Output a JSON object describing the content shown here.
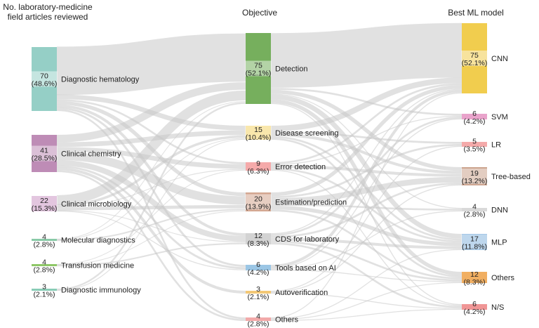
{
  "headers": {
    "left": [
      "No. laboratory-medicine",
      "field articles reviewed"
    ],
    "middle": "Objective",
    "right": "Best ML model"
  },
  "colors": {
    "link": "#c9c9c9",
    "hematology": "#8ccbc1",
    "chemistry": "#b882b0",
    "microbiology": "#c88fc0",
    "molecular": "#7fc6a0",
    "transfusion": "#84c25a",
    "immunology": "#7ec8b0",
    "detection": "#6aa84f",
    "screening": "#f3cf5b",
    "error": "#f4a3a3",
    "estimation": "#cf9f88",
    "cds": "#cfcfcf",
    "tools": "#93c1e3",
    "autoverification": "#f2c36a",
    "others_obj": "#f1a2a2",
    "cnn": "#f0c93f",
    "svm": "#e79bc7",
    "lr": "#f3a3a3",
    "tree": "#c89c86",
    "dnn": "#d6d6d6",
    "mlp": "#7fb1dc",
    "others_model": "#f0a855",
    "ns": "#ef8d8d"
  },
  "nodes": {
    "left": [
      {
        "id": "hematology",
        "label": "Diagnostic hematology",
        "count": "70",
        "pct": "(48.6%)"
      },
      {
        "id": "chemistry",
        "label": "Clinical chemistry",
        "count": "41",
        "pct": "(28.5%)"
      },
      {
        "id": "microbiology",
        "label": "Clinical microbiology",
        "count": "22",
        "pct": "(15.3%)"
      },
      {
        "id": "molecular",
        "label": "Molecular diagnostics",
        "count": "4",
        "pct": "(2.8%)"
      },
      {
        "id": "transfusion",
        "label": "Transfusion medicine",
        "count": "4",
        "pct": "(2.8%)"
      },
      {
        "id": "immunology",
        "label": "Diagnostic immunology",
        "count": "3",
        "pct": "(2.1%)"
      }
    ],
    "middle": [
      {
        "id": "detection",
        "label": "Detection",
        "count": "75",
        "pct": "(52.1%)"
      },
      {
        "id": "screening",
        "label": "Disease screening",
        "count": "15",
        "pct": "(10.4%)"
      },
      {
        "id": "error",
        "label": "Error detection",
        "count": "9",
        "pct": "(6.3%)"
      },
      {
        "id": "estimation",
        "label": "Estimation/prediction",
        "count": "20",
        "pct": "(13.9%)"
      },
      {
        "id": "cds",
        "label": "CDS for laboratory",
        "count": "12",
        "pct": "(8.3%)"
      },
      {
        "id": "tools",
        "label": "Tools based on AI",
        "count": "6",
        "pct": "(4.2%)"
      },
      {
        "id": "autoverification",
        "label": "Autoverification",
        "count": "3",
        "pct": "(2.1%)"
      },
      {
        "id": "others_obj",
        "label": "Others",
        "count": "4",
        "pct": "(2.8%)"
      }
    ],
    "right": [
      {
        "id": "cnn",
        "label": "CNN",
        "count": "75",
        "pct": "(52.1%)"
      },
      {
        "id": "svm",
        "label": "SVM",
        "count": "6",
        "pct": "(4.2%)"
      },
      {
        "id": "lr",
        "label": "LR",
        "count": "5",
        "pct": "(3.5%)"
      },
      {
        "id": "tree",
        "label": "Tree-based",
        "count": "19",
        "pct": "(13.2%)"
      },
      {
        "id": "dnn",
        "label": "DNN",
        "count": "4",
        "pct": "(2.8%)"
      },
      {
        "id": "mlp",
        "label": "MLP",
        "count": "17",
        "pct": "(11.8%)"
      },
      {
        "id": "others_model",
        "label": "Others",
        "count": "12",
        "pct": "(8.3%)"
      },
      {
        "id": "ns",
        "label": "N/S",
        "count": "6",
        "pct": "(4.2%)"
      }
    ]
  }
}
